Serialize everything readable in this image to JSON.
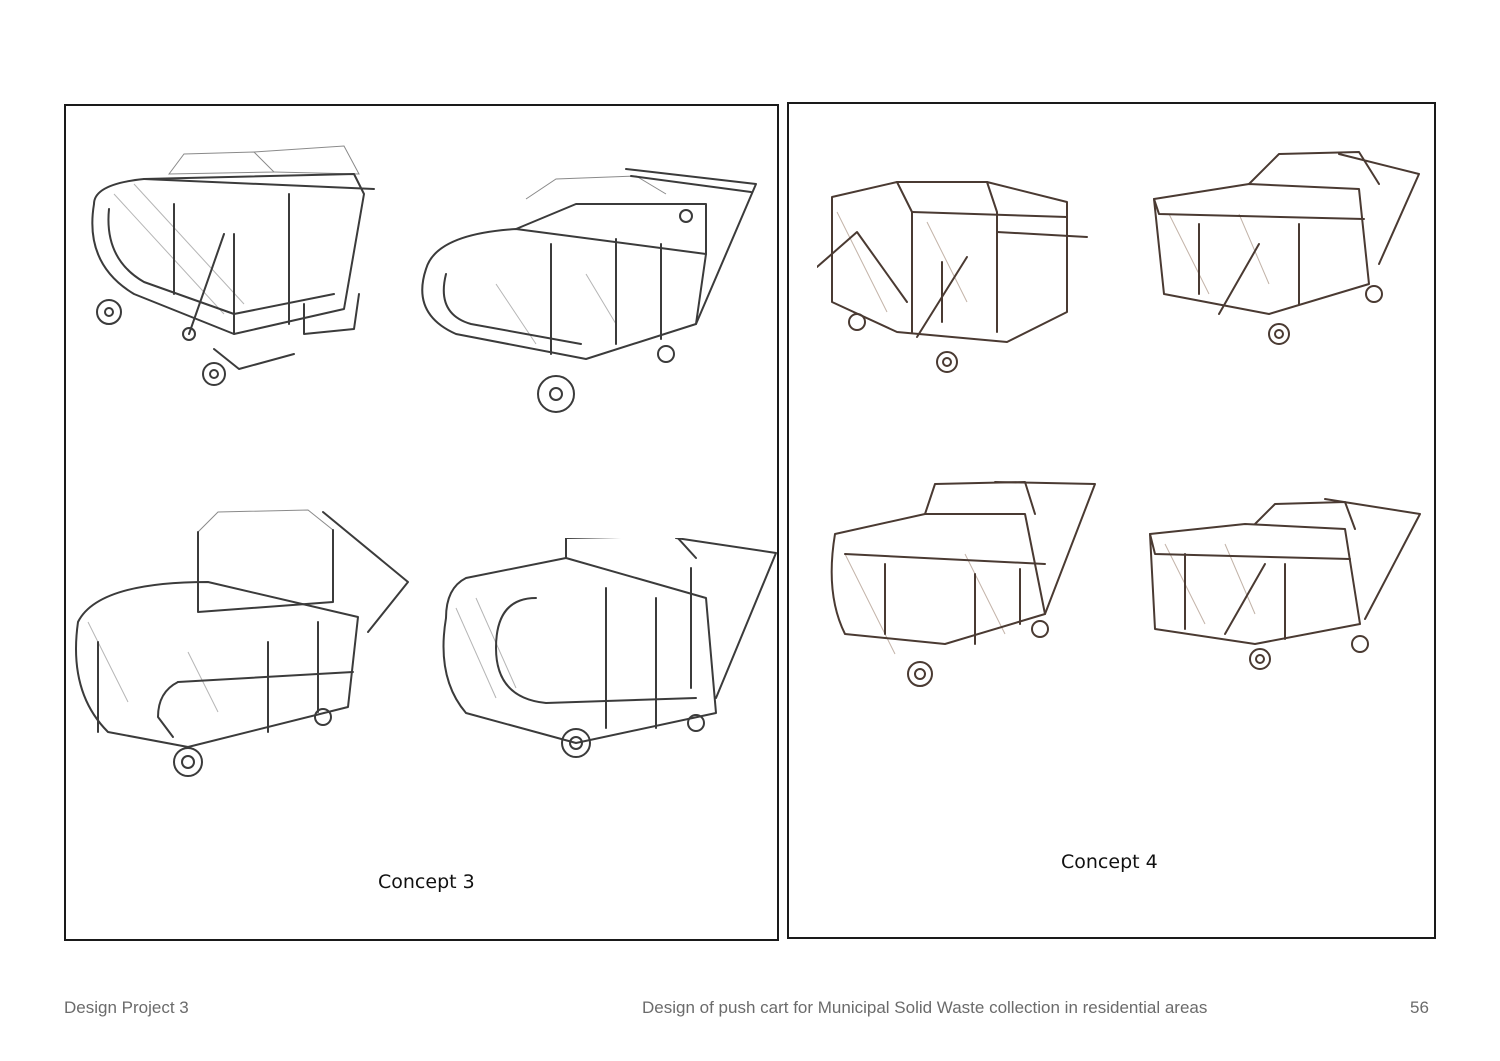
{
  "panels": [
    {
      "caption": "Concept 3"
    },
    {
      "caption": "Concept 4"
    }
  ],
  "footer": {
    "left": "Design Project 3",
    "center": "Design of push cart for Municipal Solid Waste collection in residential areas",
    "page_number": "56"
  },
  "colors": {
    "border": "#1a1a1a",
    "footer_text": "#6b6b6b",
    "sketch_pencil": "#3b3b3b",
    "sketch_sepia": "#4a3a32"
  }
}
